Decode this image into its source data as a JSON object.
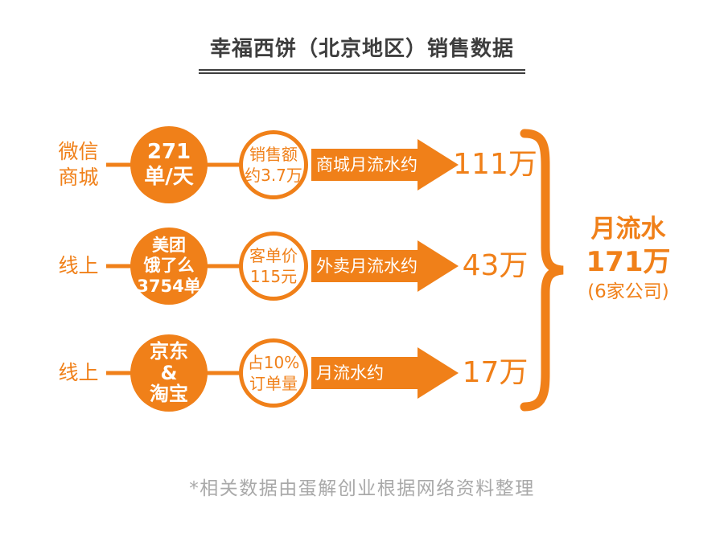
{
  "title": "幸福西饼（北京地区）销售数据",
  "colors": {
    "accent_orange": "#F08019",
    "title_gray": "#3d3d3d",
    "footer_gray": "#a9a9a9"
  },
  "rows": [
    {
      "channel": "微信\n商城",
      "stat_circle": "271\n单/天",
      "info_circle": "销售额\n约3.7万",
      "arrow_label": "商城月流水约",
      "value": "111万"
    },
    {
      "channel": "线上",
      "stat_circle": "美团\n饿了么\n3754单",
      "info_circle": "客单价\n115元",
      "arrow_label": "外卖月流水约",
      "value": "43万"
    },
    {
      "channel": "线上",
      "stat_circle": "京东\n&\n淘宝",
      "info_circle": "占10%\n订单量",
      "arrow_label": "月流水约",
      "value": "17万"
    }
  ],
  "summary": {
    "line1": "月流水",
    "line2": "171万",
    "line3": "(6家公司)"
  },
  "footer": "*相关数据由蛋解创业根据网络资料整理"
}
